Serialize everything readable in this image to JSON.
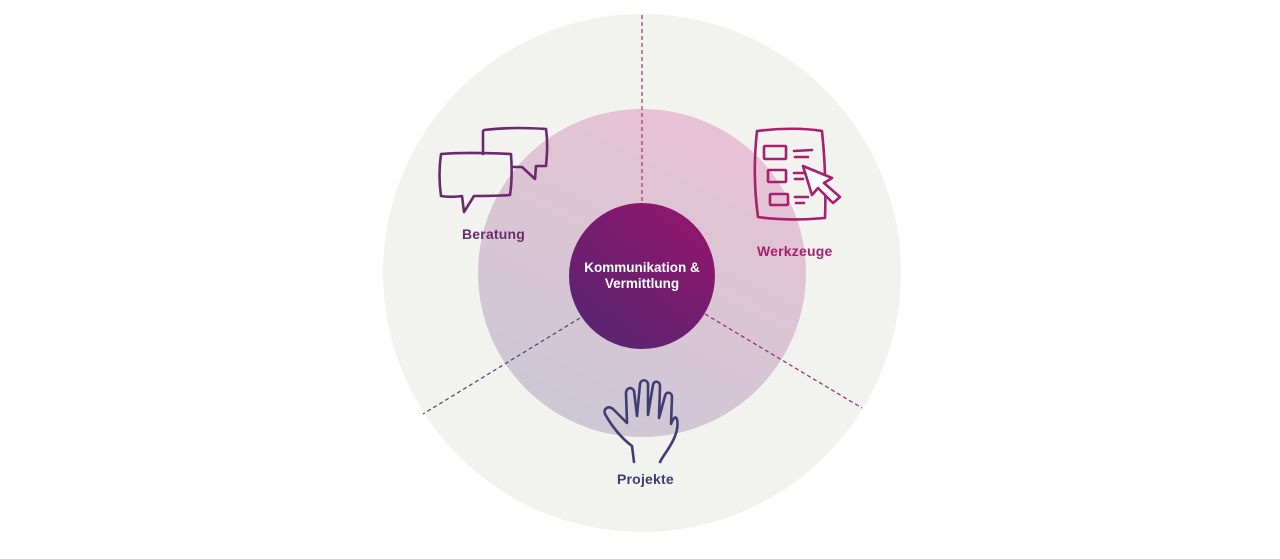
{
  "center": {
    "line1": "Kommunikation &",
    "line2": "Vermittlung"
  },
  "segments": [
    {
      "label": "Beratung",
      "icon": "speech-bubbles-icon",
      "color": "#6a2a6e"
    },
    {
      "label": "Werkzeuge",
      "icon": "checklist-cursor-icon",
      "color": "#a6206f"
    },
    {
      "label": "Projekte",
      "icon": "raised-hand-icon",
      "color": "#3e3e74"
    }
  ],
  "colors": {
    "outer_ring": "#f2f2ef",
    "middle_ring_top": "#e7c3d4",
    "middle_ring_bottom": "#cfc8d6",
    "center_top": "#8c1a6e",
    "center_bottom": "#5a2470"
  }
}
